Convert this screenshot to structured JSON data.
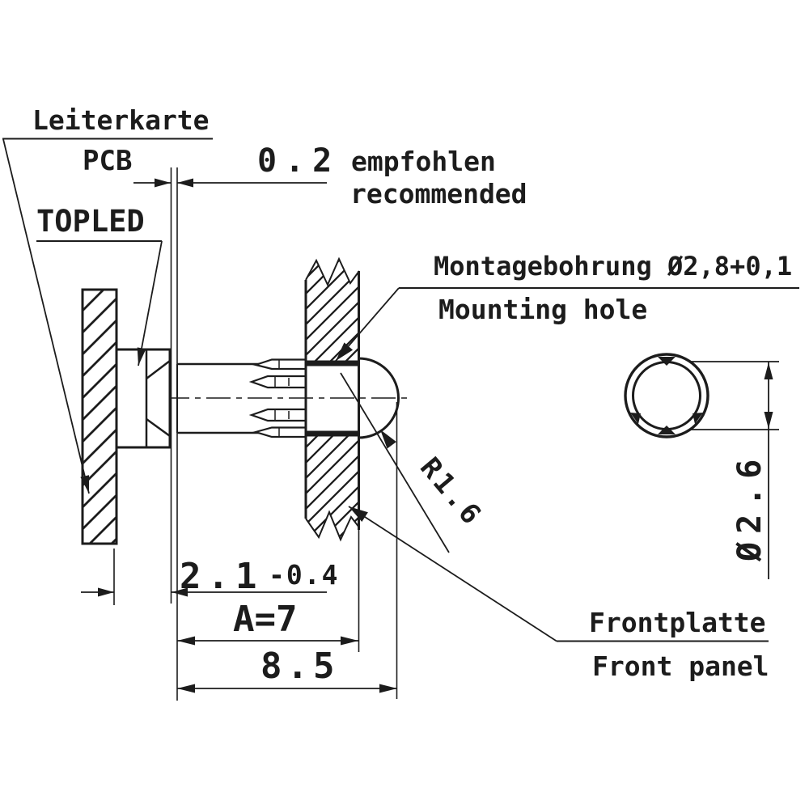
{
  "drawing_type": "technical-section-drawing",
  "colors": {
    "ink": "#1c1c1c",
    "paper": "#ffffff"
  },
  "labels": {
    "pcb_de": "Leiterkarte",
    "pcb_en": "PCB",
    "led": "TOPLED",
    "mounting_hole_de": "Montagebohrung Ø2,8+0,1",
    "mounting_hole_en": "Mounting hole",
    "front_panel_de": "Frontplatte",
    "front_panel_en": "Front panel"
  },
  "dimensions": {
    "clearance": {
      "value": "0.2",
      "note_de": "empfohlen",
      "note_en": "recommended"
    },
    "led_height": {
      "value": "2.1",
      "tolerance": "-0.4"
    },
    "mounting_depth": "A=7",
    "overall_length": "8.5",
    "lens_radius": "R1.6",
    "front_opening_diameter": "Ø2.6"
  }
}
